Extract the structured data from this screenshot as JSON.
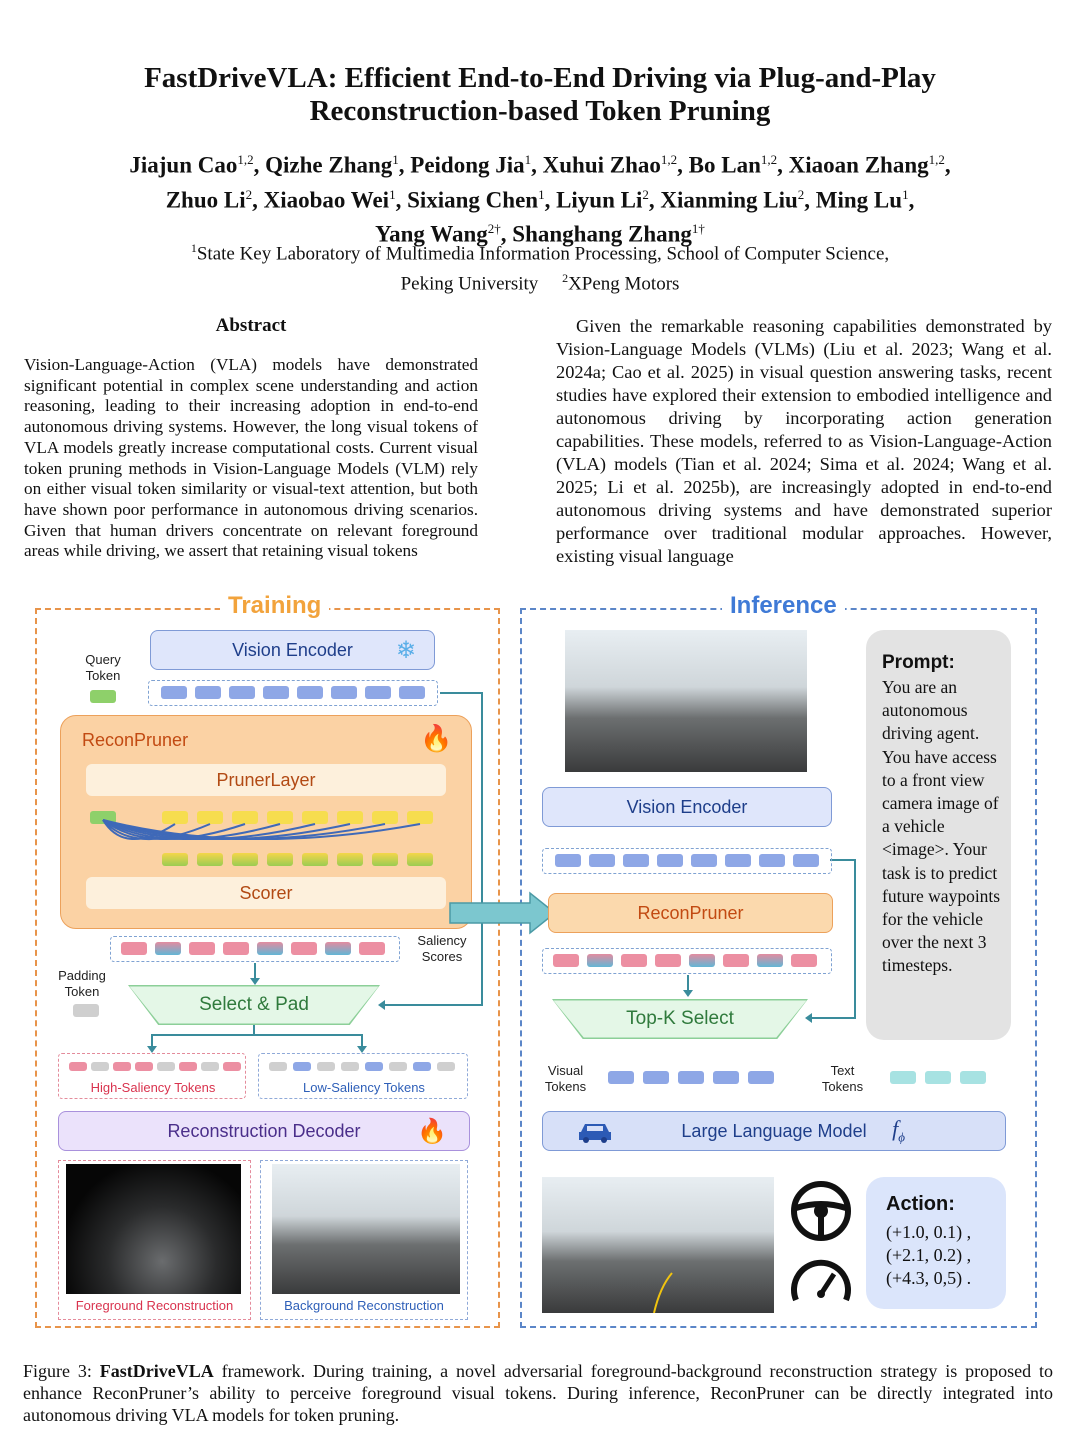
{
  "paper": {
    "title_line1": "FastDriveVLA: Efficient End-to-End Driving via Plug-and-Play",
    "title_line2": "Reconstruction-based Token Pruning",
    "authors_line1": [
      {
        "name": "Jiajun Cao",
        "sup": "1,2"
      },
      {
        "name": "Qizhe Zhang",
        "sup": "1"
      },
      {
        "name": "Peidong Jia",
        "sup": "1"
      },
      {
        "name": "Xuhui Zhao",
        "sup": "1,2"
      },
      {
        "name": "Bo Lan",
        "sup": "1,2"
      },
      {
        "name": "Xiaoan Zhang",
        "sup": "1,2"
      }
    ],
    "authors_line2": [
      {
        "name": "Zhuo Li",
        "sup": "2"
      },
      {
        "name": "Xiaobao Wei",
        "sup": "1"
      },
      {
        "name": "Sixiang Chen",
        "sup": "1"
      },
      {
        "name": "Liyun Li",
        "sup": "2"
      },
      {
        "name": "Xianming Liu",
        "sup": "2"
      },
      {
        "name": "Ming Lu",
        "sup": "1"
      }
    ],
    "authors_line3": [
      {
        "name": "Yang Wang",
        "sup": "2†"
      },
      {
        "name": "Shanghang Zhang",
        "sup": "1†"
      }
    ],
    "affil_sup1": "1",
    "affil_line1": "State Key Laboratory of Multimedia Information Processing, School of Computer Science,",
    "affil_line2a": "Peking University",
    "affil_sup2": "2",
    "affil_line2b": "XPeng Motors",
    "abstract_heading": "Abstract",
    "abstract_text": "Vision-Language-Action (VLA) models have demonstrated significant potential in complex scene understanding and action reasoning, leading to their increasing adoption in end-to-end autonomous driving systems. However, the long visual tokens of VLA models greatly increase computational costs. Current visual token pruning methods in Vision-Language Models (VLM) rely on either visual token similarity or visual-text attention, but both have shown poor performance in autonomous driving scenarios. Given that human drivers concentrate on relevant foreground areas while driving, we assert that retaining visual tokens",
    "intro_text": "Given the remarkable reasoning capabilities demonstrated by Vision-Language Models (VLMs) (Liu et al. 2023; Wang et al. 2024a; Cao et al. 2025) in visual question answering tasks, recent studies have explored their extension to embodied intelligence and autonomous driving by incorporating action generation capabilities. These models, referred to as Vision-Language-Action (VLA) models (Tian et al. 2024; Sima et al. 2024; Wang et al. 2025; Li et al. 2025b), are increasingly adopted in end-to-end autonomous driving systems and have demonstrated superior performance over traditional modular approaches. However, existing visual language",
    "caption_prefix": "Figure 3: ",
    "caption_bold": "FastDriveVLA",
    "caption_text": " framework. During training, a novel adversarial foreground-background reconstruction strategy is proposed to enhance ReconPruner’s ability to perceive foreground visual tokens. During inference, ReconPruner can be directly integrated into autonomous driving VLA models for token pruning."
  },
  "figure": {
    "training_title": "Training",
    "inference_title": "Inference",
    "vision_encoder": "Vision Encoder",
    "query_token": "Query\nToken",
    "reconpruner": "ReconPruner",
    "prunerlayer": "PrunerLayer",
    "scorer": "Scorer",
    "saliency_scores": "Saliency\nScores",
    "padding_token": "Padding\nToken",
    "select_pad": "Select & Pad",
    "high_saliency": "High-Saliency Tokens",
    "low_saliency": "Low-Saliency Tokens",
    "recon_decoder": "Reconstruction Decoder",
    "fg_recon": "Foreground Reconstruction",
    "bg_recon": "Background Reconstruction",
    "inf_vision_encoder": "Vision Encoder",
    "inf_reconpruner": "ReconPruner",
    "topk_select": "Top-K Select",
    "visual_tokens": "Visual\nTokens",
    "text_tokens": "Text\nTokens",
    "llm": "Large Language Model",
    "llm_symbol": "f",
    "llm_sub": "ϕ",
    "prompt_title": "Prompt:",
    "prompt_text": "You are an autonomous driving agent. You have access to a front view camera image of a vehicle <image>. Your task is to predict future waypoints for the vehicle over the next 3 timesteps.",
    "action_title": "Action:",
    "action_lines": [
      "(+1.0, 0.1) ,",
      "(+2.1, 0.2) ,",
      "(+4.3, 0,5) ."
    ],
    "icons": [
      "snowflake-icon",
      "fire-icon",
      "car-icon",
      "steering-wheel-icon",
      "speedometer-icon"
    ],
    "colors": {
      "training": "#f2a33c",
      "inference": "#3f7ad6"
    }
  }
}
